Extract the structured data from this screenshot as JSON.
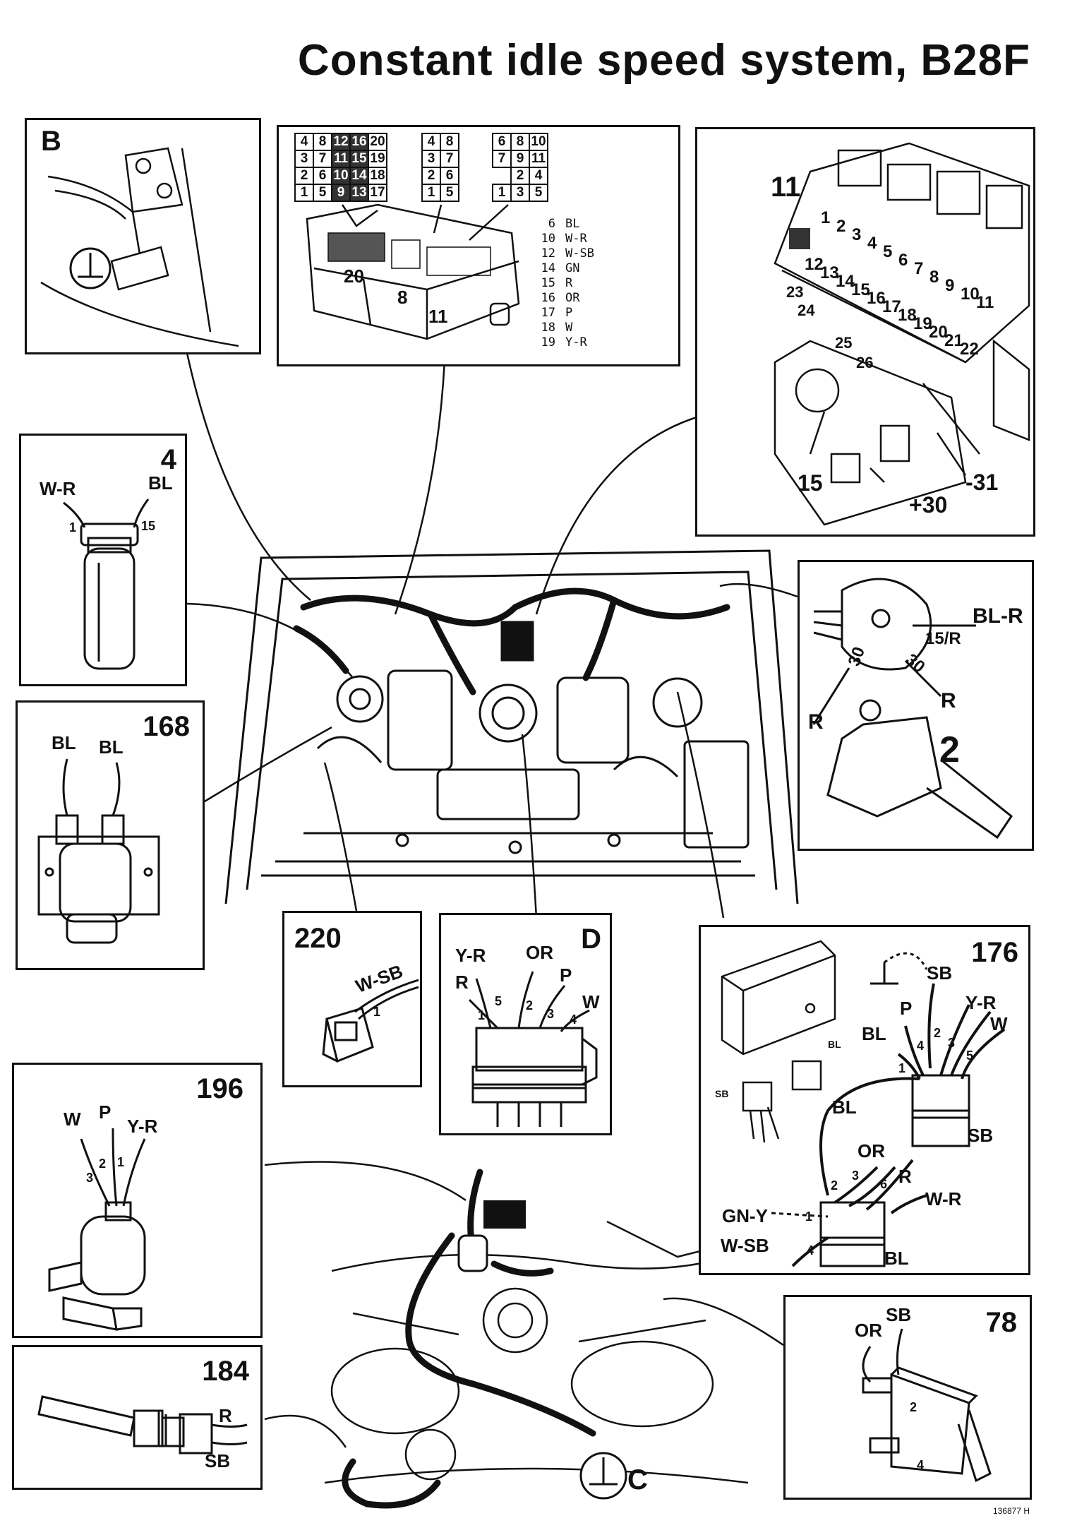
{
  "title": "Constant idle speed system, B28F",
  "panels": {
    "b": {
      "id": "B"
    },
    "connector": {
      "grid_a": [
        [
          "4",
          "8",
          "12",
          "16",
          "20"
        ],
        [
          "3",
          "7",
          "11",
          "15",
          "19"
        ],
        [
          "2",
          "6",
          "10",
          "14",
          "18"
        ],
        [
          "1",
          "5",
          "9",
          "13",
          "17"
        ]
      ],
      "grid_b": [
        [
          "4",
          "8"
        ],
        [
          "3",
          "7"
        ],
        [
          "2",
          "6"
        ],
        [
          "1",
          "5"
        ]
      ],
      "grid_c": [
        [
          "6",
          "8",
          "10"
        ],
        [
          "7",
          "9",
          "11"
        ],
        [
          "",
          "2",
          "4"
        ],
        [
          "1",
          "3",
          "5"
        ]
      ],
      "block_labels": [
        "20",
        "8",
        "11"
      ],
      "legend": [
        {
          "pin": "6",
          "color": "BL"
        },
        {
          "pin": "10",
          "color": "W-R"
        },
        {
          "pin": "12",
          "color": "W-SB"
        },
        {
          "pin": "14",
          "color": "GN"
        },
        {
          "pin": "15",
          "color": "R"
        },
        {
          "pin": "16",
          "color": "OR"
        },
        {
          "pin": "17",
          "color": "P"
        },
        {
          "pin": "18",
          "color": "W"
        },
        {
          "pin": "19",
          "color": "Y-R"
        }
      ]
    },
    "fusebox": {
      "id": "11",
      "labels": [
        "1",
        "2",
        "3",
        "4",
        "5",
        "6",
        "7",
        "8",
        "9",
        "10",
        "11",
        "12",
        "13",
        "14",
        "15",
        "16",
        "17",
        "18",
        "19",
        "20",
        "21",
        "22",
        "23",
        "24",
        "25",
        "26"
      ],
      "terminals": [
        "15",
        "+30",
        "-31"
      ]
    },
    "coil": {
      "id": "4",
      "wires": [
        "W-R",
        "BL"
      ],
      "pins": [
        "1",
        "15"
      ]
    },
    "switch": {
      "id": "2",
      "labels": [
        "BL-R",
        "15/R",
        "30",
        "30",
        "R",
        "R"
      ]
    },
    "unit168": {
      "id": "168",
      "wires": [
        "BL",
        "BL"
      ]
    },
    "p220": {
      "id": "220",
      "wire": "W-SB",
      "pin": "1"
    },
    "pD": {
      "id": "D",
      "wires": [
        "Y-R",
        "OR",
        "R",
        "P",
        "W"
      ],
      "pins": [
        "5",
        "2",
        "1",
        "3",
        "4"
      ]
    },
    "p176": {
      "id": "176",
      "labels_top": [
        "SB",
        "P",
        "Y-R",
        "W",
        "BL"
      ],
      "pins_top": [
        "2",
        "4",
        "3",
        "5",
        "1"
      ],
      "plug_top": "SB",
      "left_plug_labels": [
        "BL",
        "SB"
      ],
      "mid_label": "BL",
      "labels_bottom": [
        "OR",
        "R",
        "W-R",
        "GN-Y",
        "W-SB"
      ],
      "pins_bottom": [
        "2",
        "3",
        "6",
        "1",
        "4"
      ],
      "plug_bottom": "BL"
    },
    "p196": {
      "id": "196",
      "wires": [
        "W",
        "P",
        "Y-R"
      ],
      "pins": [
        "3",
        "2",
        "1"
      ]
    },
    "p184": {
      "id": "184",
      "wires": [
        "R",
        "SB"
      ]
    },
    "p78": {
      "id": "78",
      "wires": [
        "OR",
        "SB"
      ],
      "pins": [
        "2",
        "4"
      ]
    },
    "ground_c": {
      "id": "C"
    }
  },
  "ref_number": "136877 H"
}
